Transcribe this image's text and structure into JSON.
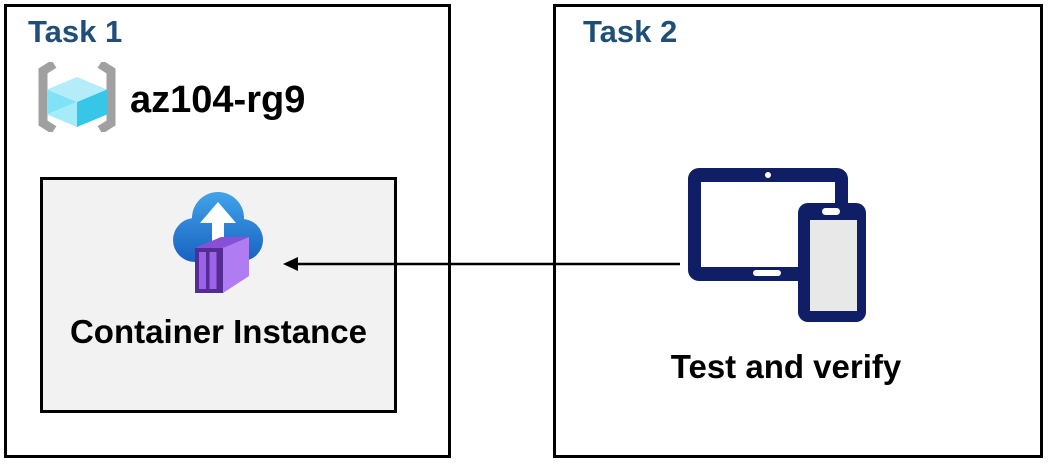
{
  "task1": {
    "title": "Task 1",
    "resource_group": {
      "name": "az104-rg9"
    },
    "container_card": {
      "label": "Container Instance"
    }
  },
  "task2": {
    "title": "Task 2",
    "caption": "Test and verify"
  },
  "connector": {
    "from": "task2-devices",
    "to": "container-instance-card",
    "direction": "right-to-left"
  },
  "icons": {
    "resource_group": "resource-group-icon",
    "container_instance": "container-instances-cloud-upload-icon",
    "devices": "tablet-and-phone-icon",
    "arrow": "left-arrow-connector"
  },
  "colors": {
    "title_blue": "#1f4e79",
    "box_border": "#000000",
    "card_bg": "#f2f2f2",
    "card_border": "#000000",
    "text_black": "#000000",
    "device_navy": "#101e66",
    "device_screen_gray": "#e8e8e8",
    "bracket_gray": "#a0a0a0",
    "cube_top": "#b5ecfa",
    "cube_left": "#7fe2f7",
    "cube_bottom_left": "#a5ecfa",
    "cube_right": "#36c6e8",
    "cloud_blue_light": "#41a3e9",
    "cloud_blue_dark": "#1760c0",
    "box_purple_top": "#8950d6",
    "box_purple_side": "#b07cf2",
    "box_purple_front": "#552b96",
    "box_purple_stripe": "#9a63e8",
    "arrow_black": "#000000"
  }
}
